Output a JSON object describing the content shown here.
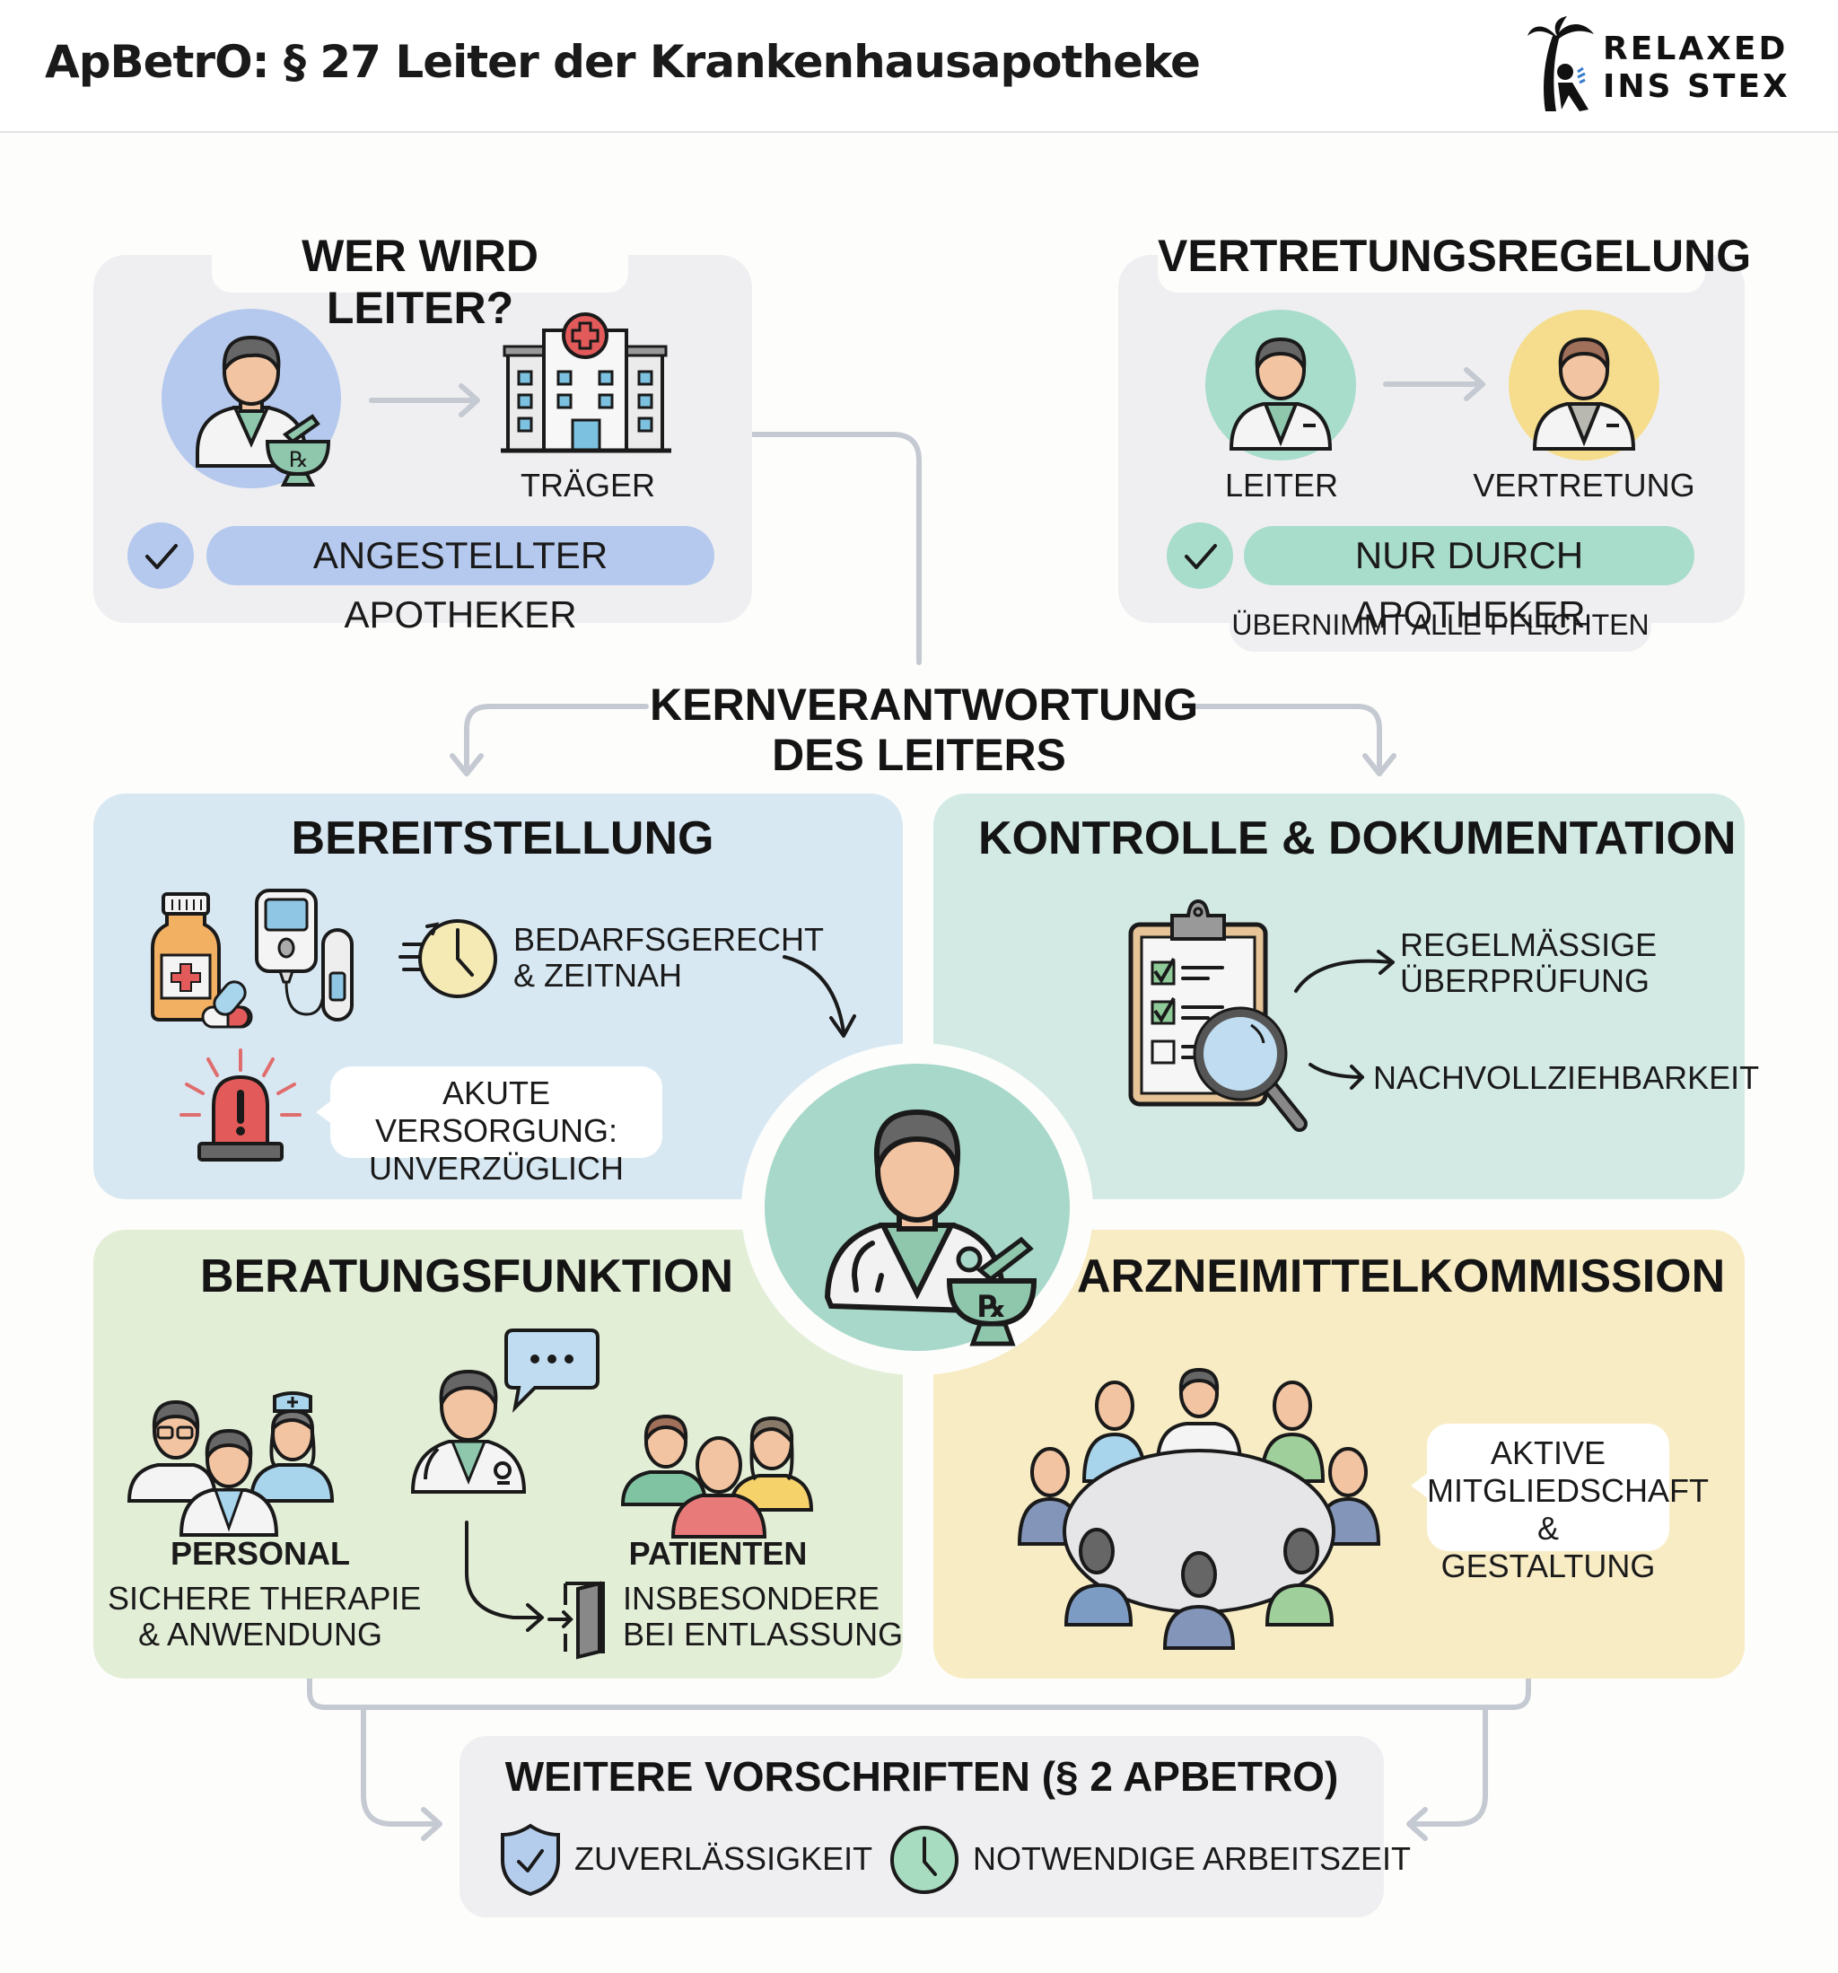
{
  "header": {
    "title": "ApBetrO: § 27 Leiter der Krankenhausapotheke",
    "logo": {
      "line1": "RELAXED",
      "line2": "INS STEX",
      "icon": "palm-tree-reader-icon"
    }
  },
  "wer_wird_leiter": {
    "title": "WER WIRD LEITER?",
    "icons": [
      "pharmacist-icon",
      "arrow-right-icon",
      "hospital-icon"
    ],
    "hospital_label": "TRÄGER",
    "check_label": "ANGESTELLTER APOTHEKER"
  },
  "vertretung": {
    "title": "VERTRETUNGSREGELUNG",
    "person_left_label": "LEITER",
    "person_right_label": "VERTRETUNG",
    "check_label": "NUR DURCH APOTHEKER",
    "note": "ÜBERNIMMT ALLE PFLICHTEN"
  },
  "kernverantwortung": {
    "line1": "KERNVERANTWORTUNG",
    "line2": "DES LEITERS"
  },
  "bereitstellung": {
    "title": "BEREITSTELLUNG",
    "timing_line1": "BEDARFSGERECHT",
    "timing_line2": "& ZEITNAH",
    "acute_line1": "AKUTE VERSORGUNG:",
    "acute_line2": "UNVERZÜGLICH"
  },
  "kontrolle": {
    "title": "KONTROLLE & DOKUMENTATION",
    "item1_line1": "REGELMÄSSIGE",
    "item1_line2": "ÜBERPRÜFUNG",
    "item2": "NACHVOLLZIEHBARKEIT"
  },
  "beratung": {
    "title": "BERATUNGSFUNKTION",
    "personal_label": "PERSONAL",
    "personal_line1": "SICHERE THERAPIE",
    "personal_line2": "& ANWENDUNG",
    "patienten_label": "PATIENTEN",
    "patienten_line1": "INSBESONDERE",
    "patienten_line2": "BEI ENTLASSUNG"
  },
  "kommission": {
    "title": "ARZNEIMITTELKOMMISSION",
    "bubble_line1": "AKTIVE",
    "bubble_line2": "MITGLIEDSCHAFT",
    "bubble_line3": "& GESTALTUNG"
  },
  "weitere": {
    "title": "WEITERE VORSCHRIFTEN (§ 2 APBETRO)",
    "item1": "ZUVERLÄSSIGKEIT",
    "item2": "NOTWENDIGE ARBEITSZEIT"
  },
  "colors": {
    "blue_panel": "#d8e8f2",
    "teal_panel": "#d3eae4",
    "green_panel": "#e3eed7",
    "yellow_panel": "#f8ecc4",
    "gray_panel": "#efeff1",
    "connector": "#c5cad2",
    "accent_blue": "#b5c9ee",
    "accent_teal": "#a8dccb",
    "accent_yellow": "#f5dd8d"
  }
}
